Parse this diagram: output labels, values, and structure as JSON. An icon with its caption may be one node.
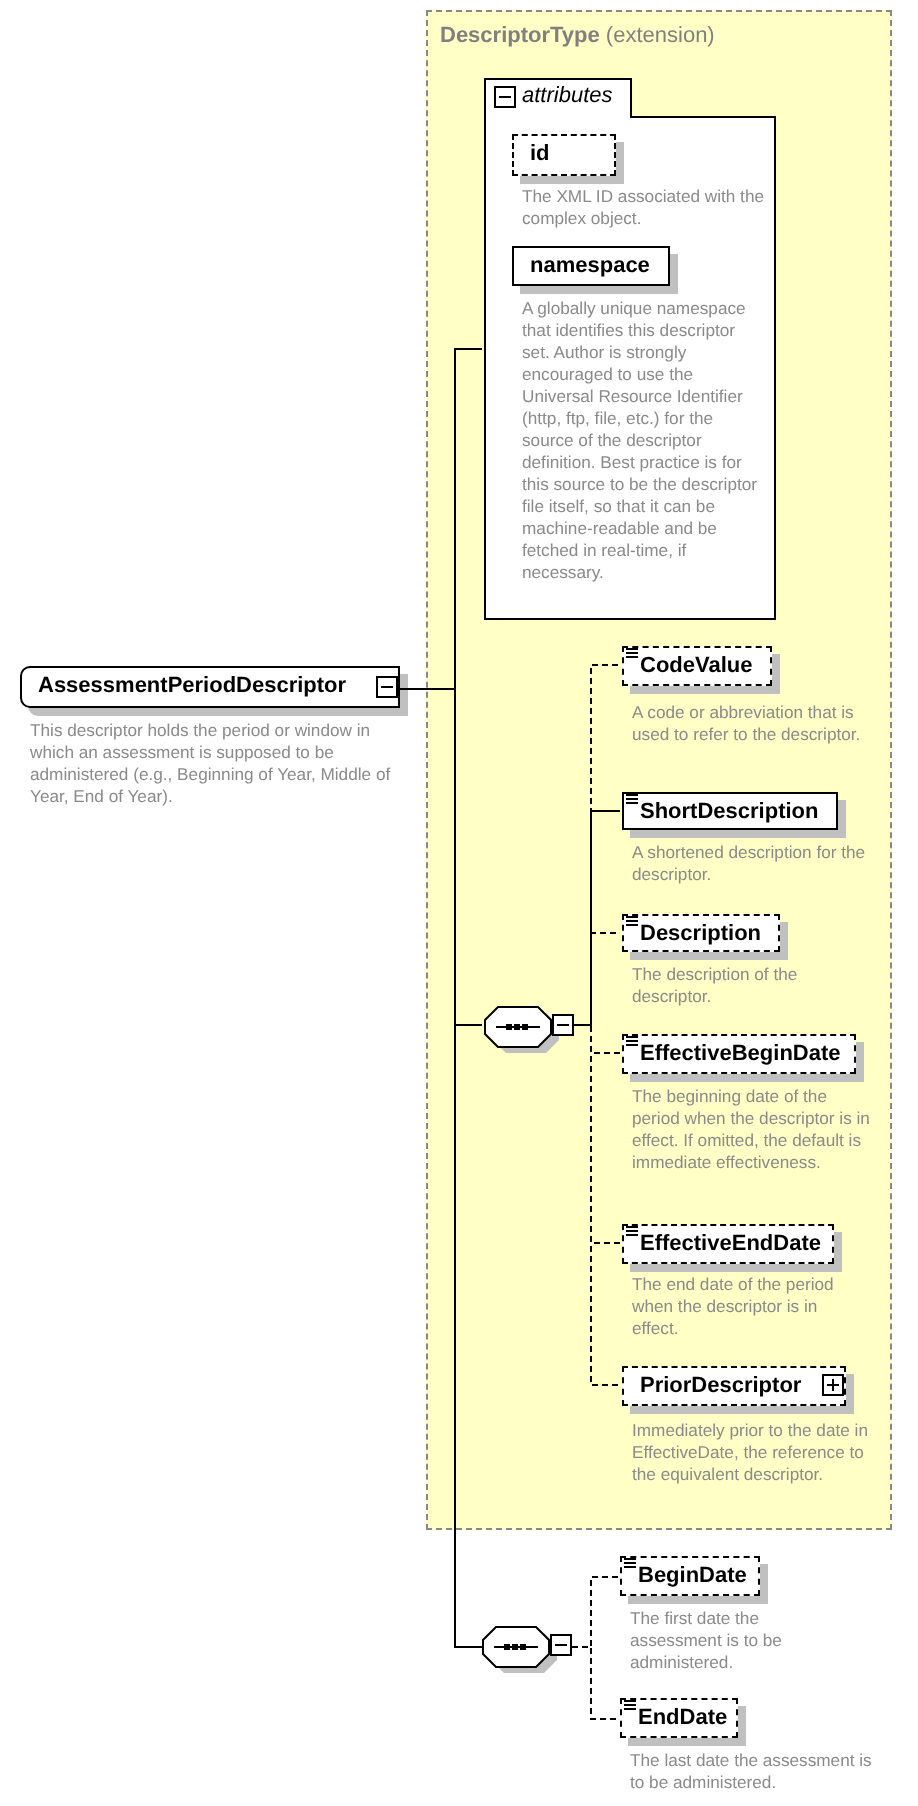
{
  "diagram": {
    "nodes": [
      {
        "text": [
          "**DescriptorType** (extension)"
        ]
      },
      {
        "text": [
          "attributes"
        ],
        "in": 0
      },
      {
        "text": [
          "id"
        ],
        "in": 1,
        "beside": [
          "The XML ID associated with the complex object."
        ]
      },
      {
        "text": [
          "namespace"
        ],
        "in": 1,
        "beside": [
          "A globally unique namespace that identifies this descriptor set. Author is strongly encouraged to use the Universal Resource Identifier (http, ftp, file, etc.) for the source of the descriptor definition. Best practice is for this source to be the descriptor file itself, so that it can be machine-readable and be fetched in real-time, if necessary."
        ]
      },
      {
        "text": [
          "AssessmentPeriodDescriptor"
        ],
        "beside": [
          "This descriptor holds the period or window in which an assessment is supposed to be administered (e.g., Beginning of Year, Middle of Year, End of Year)."
        ]
      },
      {
        "text": [],
        "shape": "octagon",
        "in": 0
      },
      {
        "text": [
          "CodeValue"
        ],
        "in": 0,
        "beside": [
          "A code or abbreviation that is used to refer to the descriptor."
        ]
      },
      {
        "text": [
          "ShortDescription"
        ],
        "in": 0,
        "beside": [
          "A shortened description for the descriptor."
        ]
      },
      {
        "text": [
          "Description"
        ],
        "in": 0,
        "beside": [
          "The description of the descriptor."
        ]
      },
      {
        "text": [
          "EffectiveBeginDate"
        ],
        "in": 0,
        "beside": [
          "The beginning date of the period when the descriptor is in effect. If omitted, the default is immediate effectiveness."
        ]
      },
      {
        "text": [
          "EffectiveEndDate"
        ],
        "in": 0,
        "beside": [
          "The end date of the period when the descriptor is in effect."
        ]
      },
      {
        "text": [
          "PriorDescriptor"
        ],
        "in": 0,
        "beside": [
          "Immediately prior to the date in EffectiveDate, the reference to the equivalent descriptor."
        ]
      },
      {
        "text": [],
        "shape": "octagon"
      },
      {
        "text": [
          "BeginDate"
        ],
        "beside": [
          "The first date the assessment is to be administered."
        ]
      },
      {
        "text": [
          "EndDate"
        ],
        "beside": [
          "The last date the assessment is to be administered."
        ]
      }
    ],
    "edges": [
      {
        "from": 4,
        "to": 1,
        "arrow": "none"
      },
      {
        "from": 4,
        "to": 5,
        "arrow": "none"
      },
      {
        "from": 4,
        "to": 12,
        "arrow": "none"
      },
      {
        "from": 5,
        "to": 6,
        "arrow": "none",
        "style": "dashed"
      },
      {
        "from": 5,
        "to": 7,
        "arrow": "none"
      },
      {
        "from": 5,
        "to": 8,
        "arrow": "none",
        "style": "dashed"
      },
      {
        "from": 5,
        "to": 9,
        "arrow": "none",
        "style": "dashed"
      },
      {
        "from": 5,
        "to": 10,
        "arrow": "none",
        "style": "dashed"
      },
      {
        "from": 5,
        "to": 11,
        "arrow": "none",
        "style": "dashed"
      },
      {
        "from": 12,
        "to": 13,
        "arrow": "none",
        "style": "dashed"
      },
      {
        "from": 12,
        "to": 14,
        "arrow": "none",
        "style": "dashed"
      }
    ]
  }
}
